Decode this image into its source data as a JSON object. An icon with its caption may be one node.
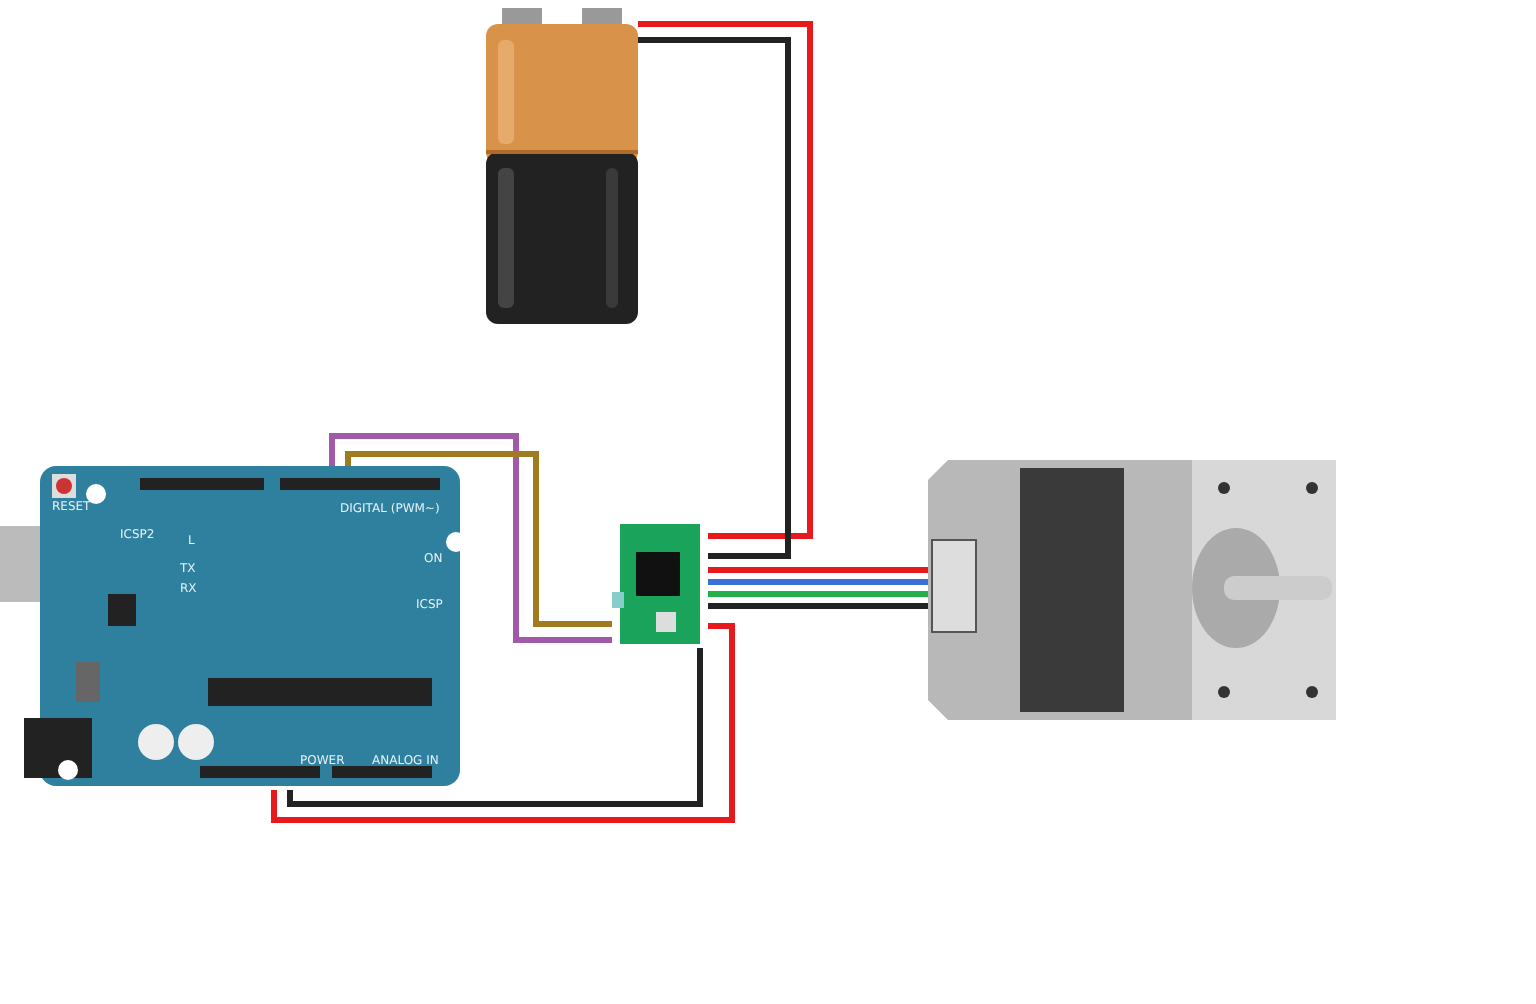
{
  "diagram": {
    "nodes": [
      {
        "text": [],
        "shape": "picture"
      },
      {
        "text": [],
        "shape": "picture"
      },
      {
        "text": [],
        "shape": "picture"
      },
      {
        "text": [],
        "shape": "picture"
      }
    ],
    "edges": [
      {
        "from": 0,
        "to": 2,
        "arrow": "none",
        "color": "#e8191c"
      },
      {
        "from": 0,
        "to": 2,
        "arrow": "none",
        "color": "#222222"
      },
      {
        "from": 1,
        "to": 2,
        "arrow": "none",
        "color": "#a05aa8"
      },
      {
        "from": 1,
        "to": 2,
        "arrow": "none",
        "color": "#a07a1e"
      },
      {
        "from": 1,
        "to": 2,
        "arrow": "none",
        "color": "#e8191c"
      },
      {
        "from": 1,
        "to": 2,
        "arrow": "none",
        "color": "#222222"
      },
      {
        "from": 2,
        "to": 3,
        "arrow": "none",
        "color": "#e8191c"
      },
      {
        "from": 2,
        "to": 3,
        "arrow": "none",
        "color": "#3a6fd8"
      },
      {
        "from": 2,
        "to": 3,
        "arrow": "none",
        "color": "#22b04a"
      },
      {
        "from": 2,
        "to": 3,
        "arrow": "none",
        "color": "#222222"
      }
    ],
    "labels": [
      "RESET",
      "ICSP2",
      "DIGITAL (PWM~)",
      "L",
      "TX",
      "RX",
      "ON",
      "ICSP",
      "POWER",
      "ANALOG IN"
    ]
  }
}
